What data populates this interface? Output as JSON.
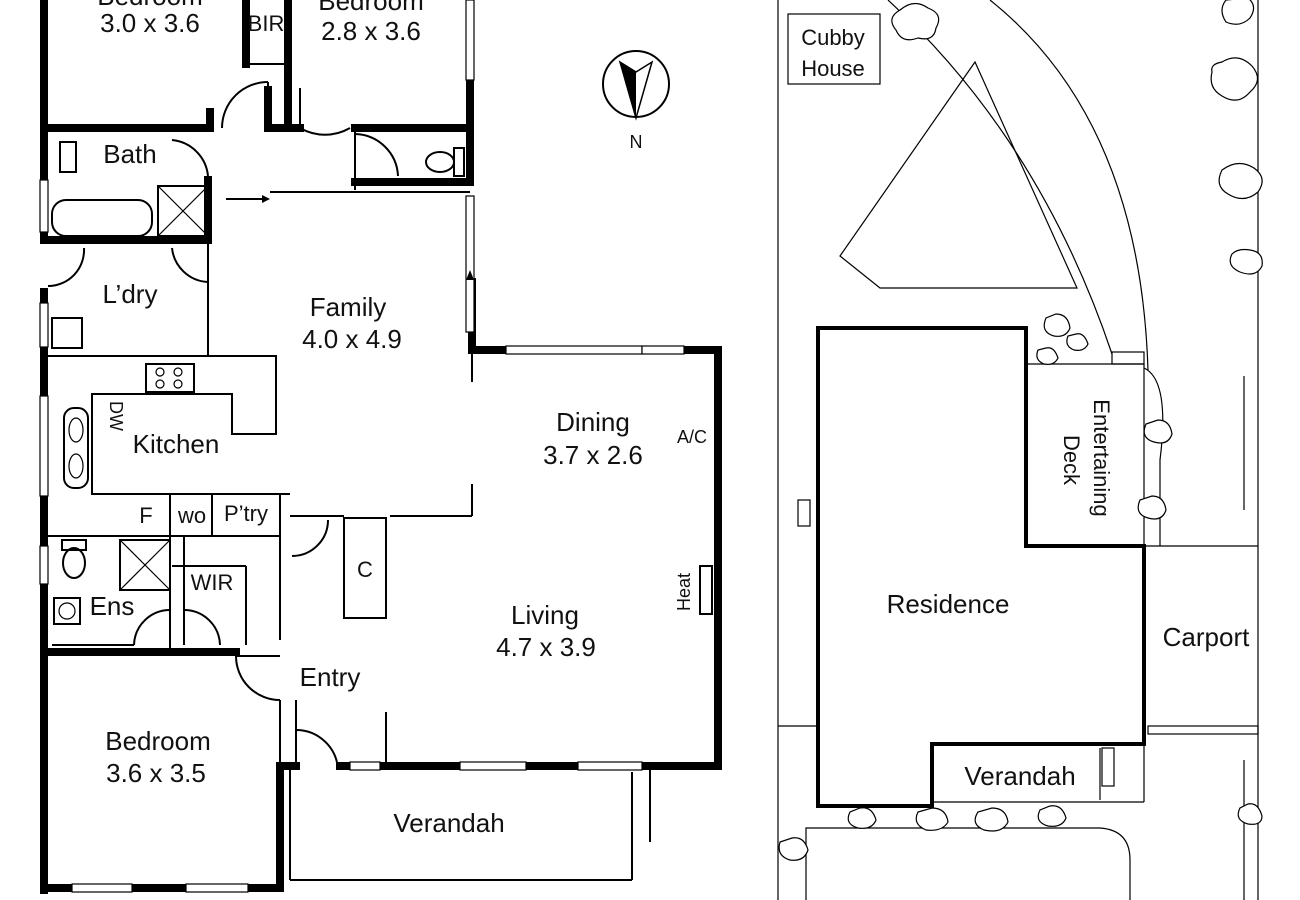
{
  "floor_plan": {
    "rooms": {
      "bedroom_top_left": {
        "name": "Bedroom",
        "size": "3.0 x 3.6"
      },
      "bedroom_top_mid": {
        "name": "Bedroom",
        "size": "2.8 x 3.6"
      },
      "bir": {
        "name": "BIR"
      },
      "bath": {
        "name": "Bath"
      },
      "laundry": {
        "name": "L’dry"
      },
      "family": {
        "name": "Family",
        "size": "4.0 x 4.9"
      },
      "kitchen": {
        "name": "Kitchen"
      },
      "dw": {
        "name": "DW"
      },
      "fridge": {
        "name": "F"
      },
      "wo": {
        "name": "wo"
      },
      "pantry": {
        "name": "P’try"
      },
      "dining": {
        "name": "Dining",
        "size": "3.7 x 2.6"
      },
      "ac": {
        "name": "A/C"
      },
      "heat": {
        "name": "Heat"
      },
      "cupboard": {
        "name": "C"
      },
      "living": {
        "name": "Living",
        "size": "4.7 x 3.9"
      },
      "ensuite": {
        "name": "Ens"
      },
      "wir": {
        "name": "WIR"
      },
      "entry": {
        "name": "Entry"
      },
      "bedroom_bottom": {
        "name": "Bedroom",
        "size": "3.6 x 3.5"
      },
      "verandah": {
        "name": "Verandah"
      }
    },
    "north_label": "N"
  },
  "site_plan": {
    "cubby_line1": "Cubby",
    "cubby_line2": "House",
    "deck_line1": "Entertaining",
    "deck_line2": "Deck",
    "residence": "Residence",
    "carport": "Carport",
    "verandah": "Verandah"
  }
}
